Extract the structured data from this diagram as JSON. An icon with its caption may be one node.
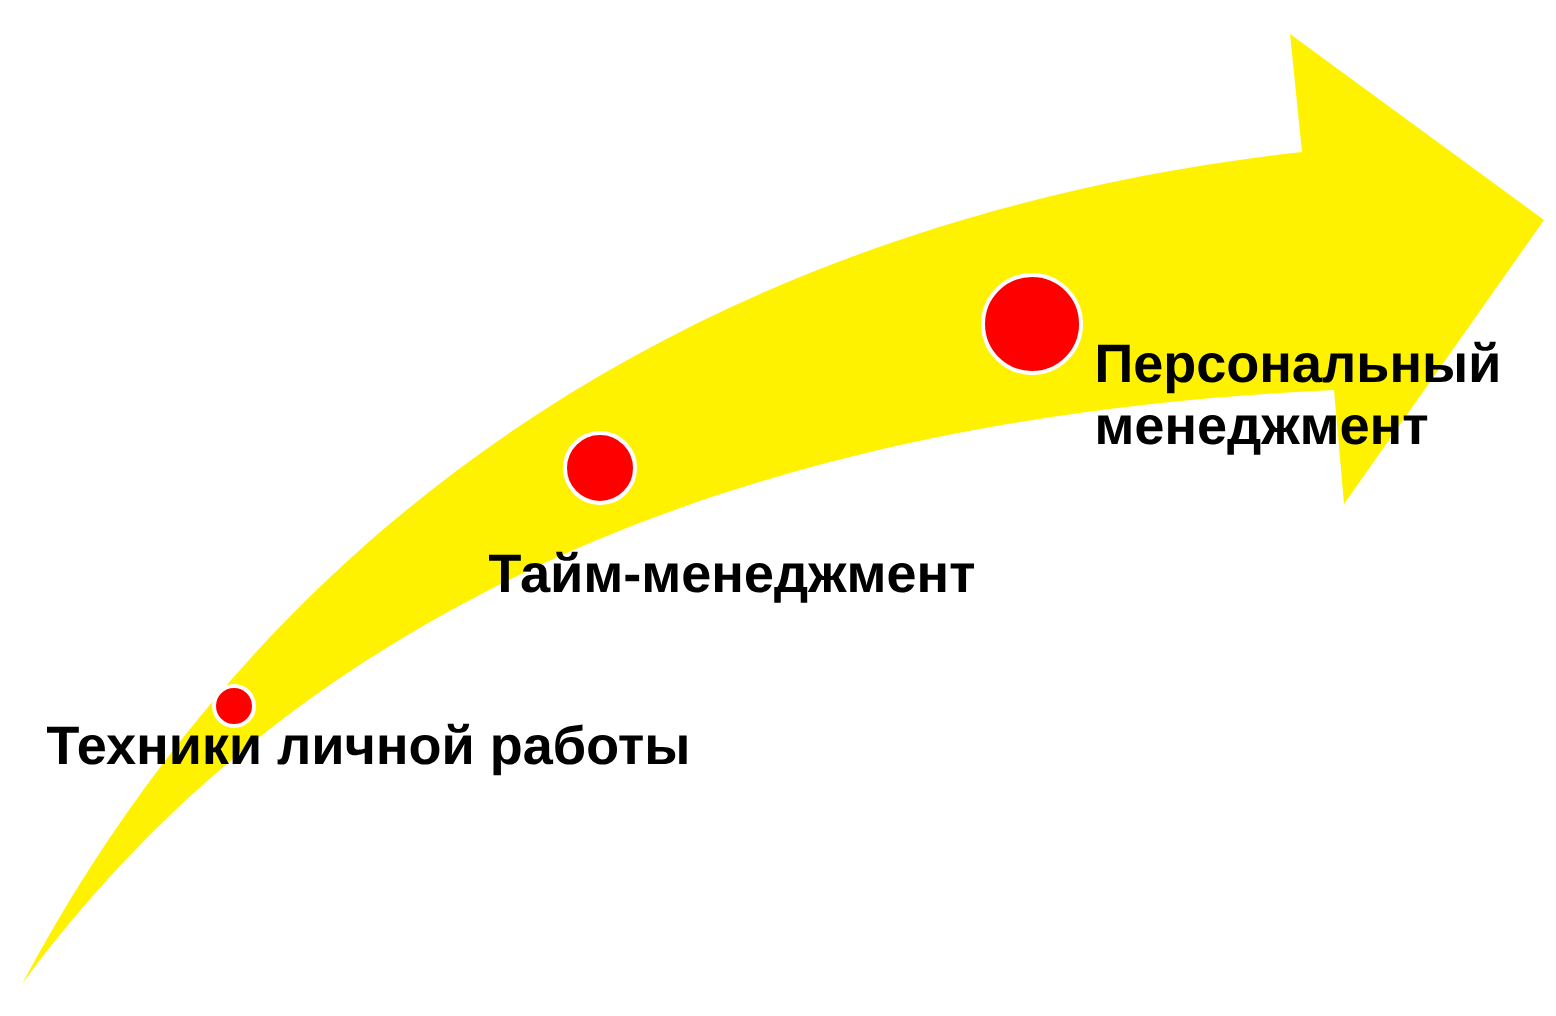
{
  "diagram": {
    "nodes": [
      {
        "text": [],
        "shape": "circle",
        "beside": [
          "Техники личной работы"
        ]
      },
      {
        "text": [],
        "shape": "circle",
        "beside": [
          "Тайм-менеджмент"
        ]
      },
      {
        "text": [],
        "shape": "circle",
        "beside": [
          "Персональный менеджмент"
        ]
      }
    ]
  }
}
